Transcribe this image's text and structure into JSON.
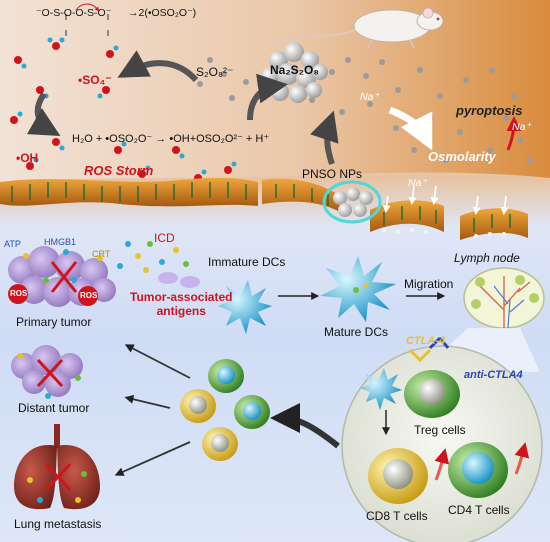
{
  "reactions": {
    "persulfate_anion": "⁻O-S-O-O-S-O⁻",
    "cleavage_product": "→2(•OSO₂O⁻)",
    "sulfate_radical": "•SO₄⁻",
    "persulfate_ion": "S₂O₈²⁻",
    "salt": "Na₂S₂O₈",
    "water_reaction": "H₂O + •OSO₂O⁻ → •OH+OSO₂O²⁻ + H⁺",
    "hydroxyl_radical": "•OH"
  },
  "labels": {
    "ros_storm": "ROS Storm",
    "sodium_ion": "Na⁺",
    "pyroptosis": "pyroptosis",
    "osmolarity": "Osmolarity",
    "nanoparticles": "PNSO NPs",
    "atp": "ATP",
    "hmgb1": "HMGB1",
    "crt": "CRT",
    "ros": "ROS",
    "icd": "ICD",
    "tumor_antigens": "Tumor-associated\nantigens",
    "primary_tumor": "Primary tumor",
    "immature_dcs": "Immature DCs",
    "mature_dcs": "Mature DCs",
    "migration": "Migration",
    "lymph_node": "Lymph node",
    "ctla4": "CTLA-4",
    "anti_ctla4": "anti-CTLA4",
    "treg_cells": "Treg cells",
    "cd8_t_cells": "CD8 T cells",
    "cd4_t_cells": "CD4 T cells",
    "distant_tumor": "Distant tumor",
    "lung_metastasis": "Lung metastasis"
  },
  "colors": {
    "radical_red": "#d0141e",
    "membrane_orange": "#d98a1e",
    "treg_green": "#2e8b2e",
    "t_cell_yellow": "#e7c22a",
    "dc_cyan": "#2aa9d8",
    "anti_ctla4_blue": "#2946b8"
  }
}
